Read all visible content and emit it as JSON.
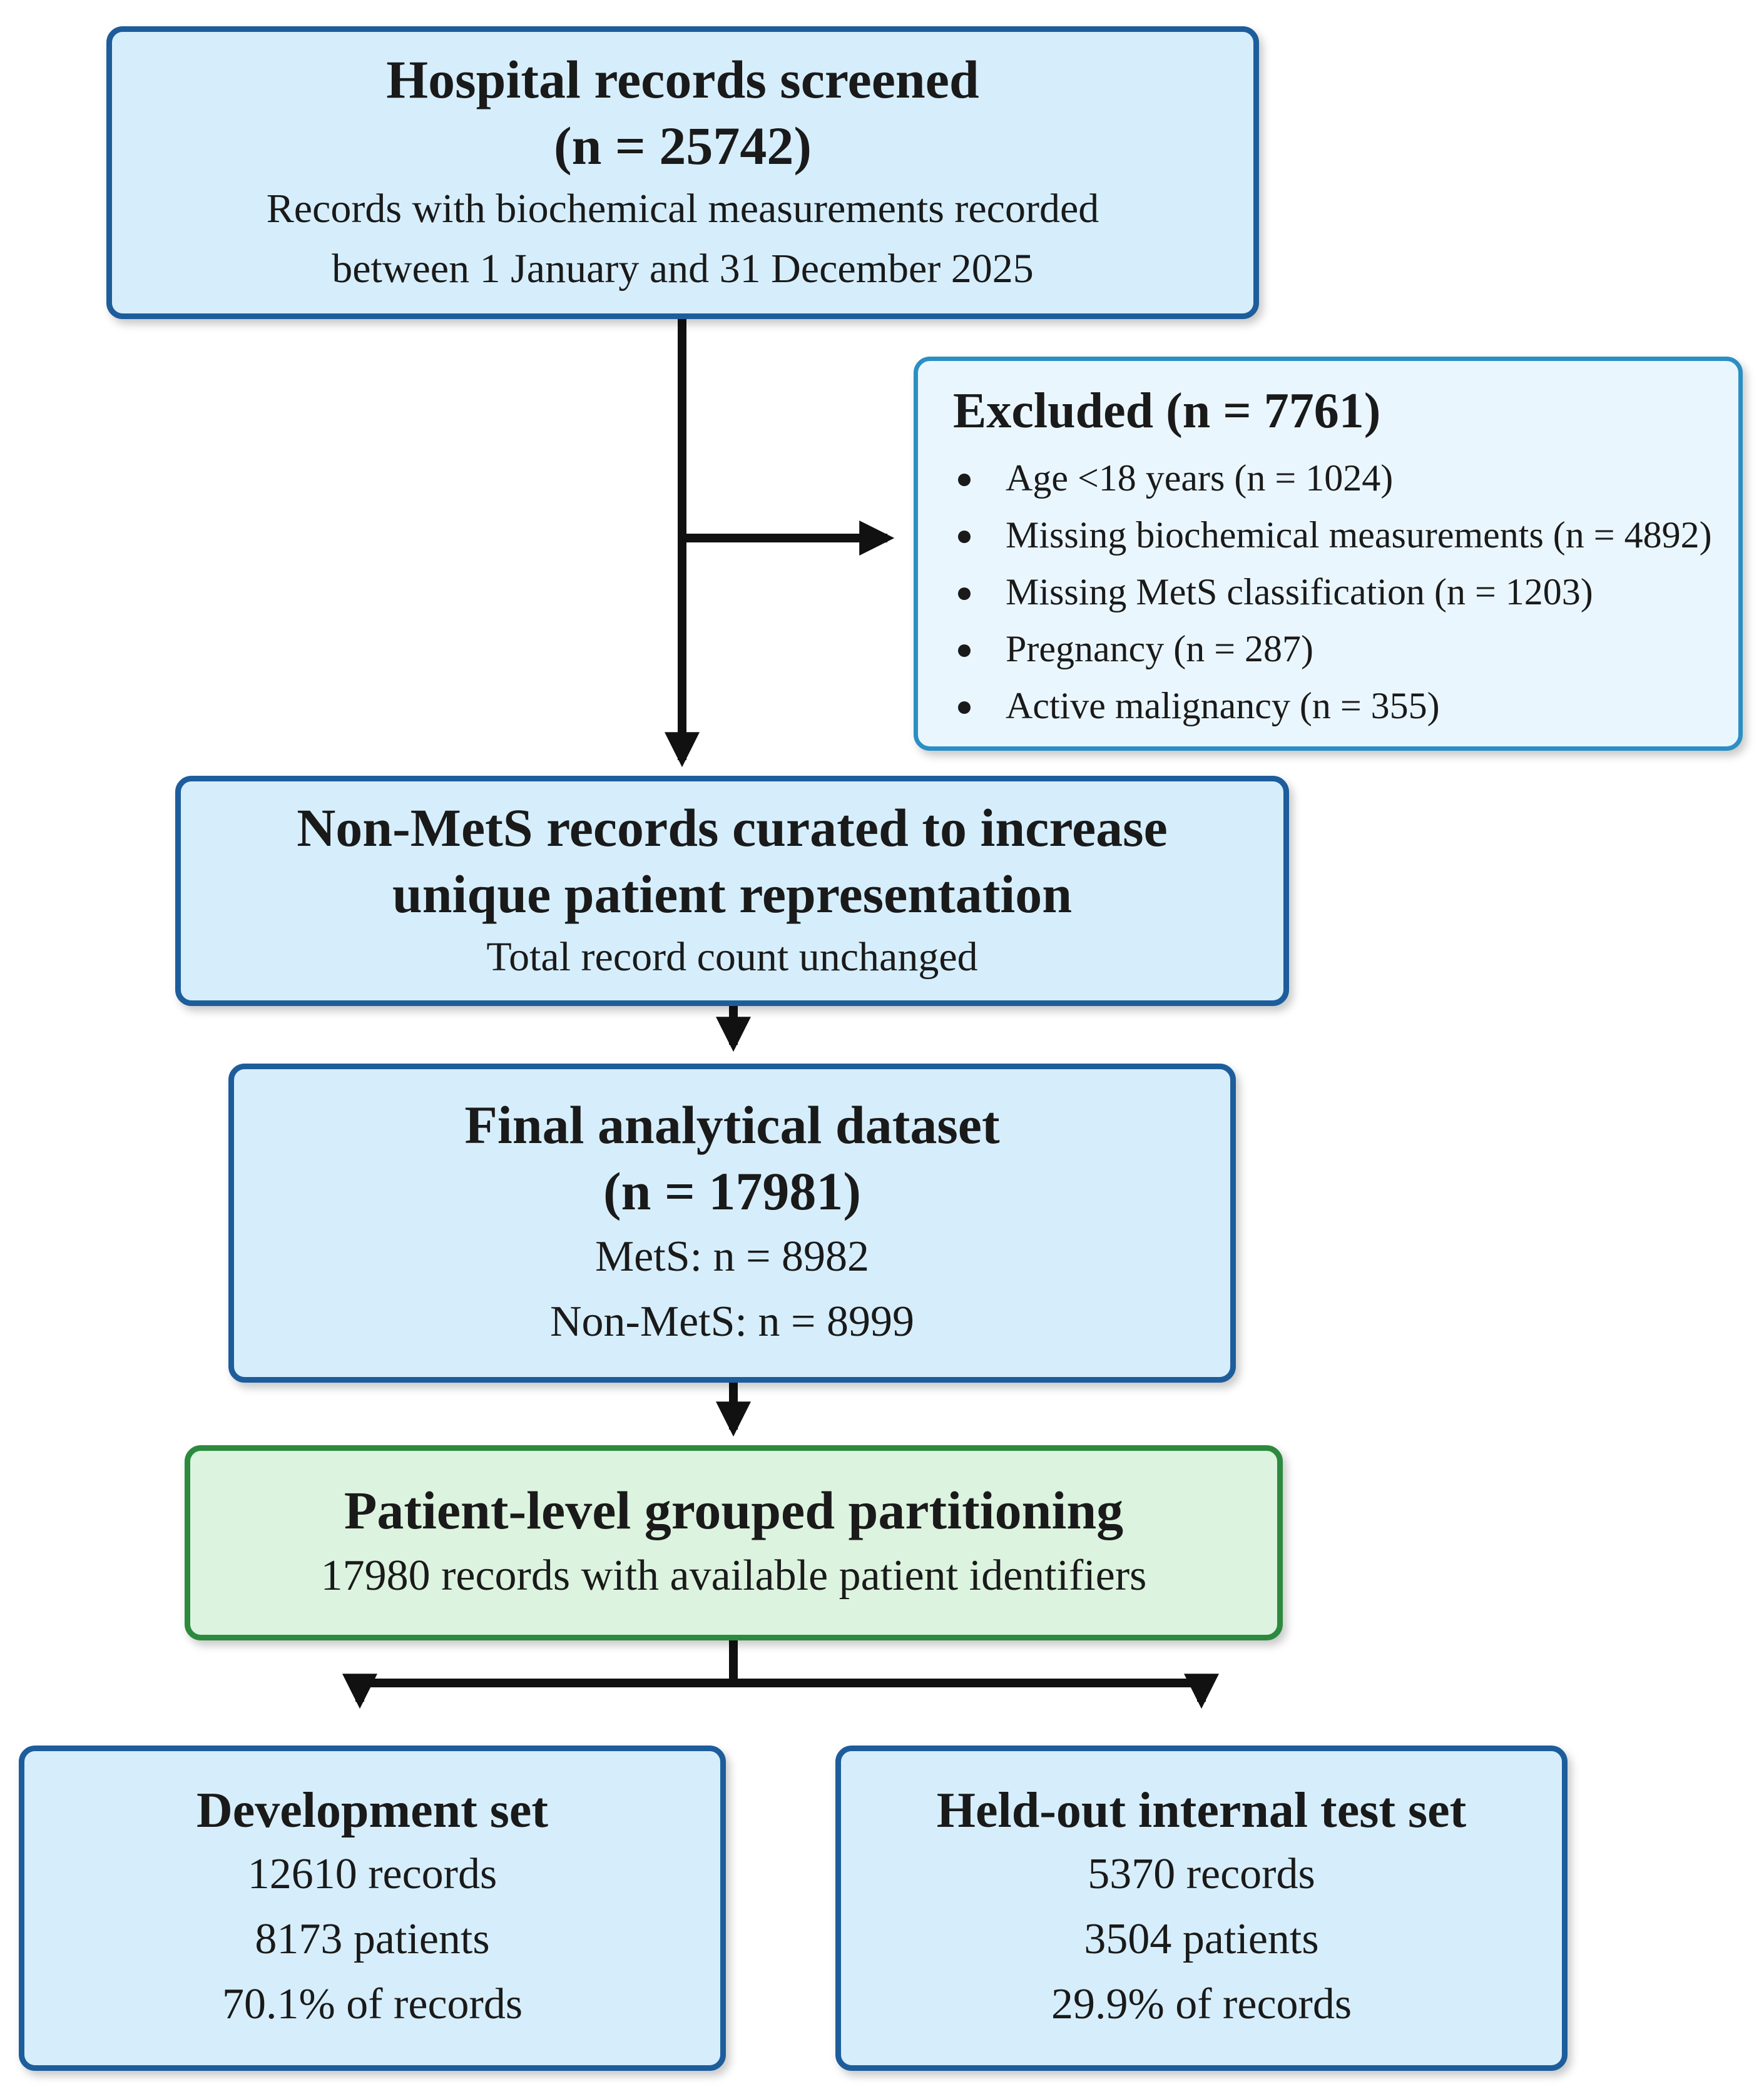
{
  "screened": {
    "title": "Hospital records screened",
    "count": "(n = 25742)",
    "desc_line1": "Records with biochemical measurements recorded",
    "desc_line2": "between 1 January and 31 December 2025"
  },
  "excluded": {
    "title": "Excluded (n = 7761)",
    "items": [
      "Age <18 years (n = 1024)",
      "Missing biochemical measurements (n = 4892)",
      "Missing MetS classification (n = 1203)",
      "Pregnancy (n = 287)",
      "Active malignancy (n = 355)"
    ]
  },
  "curated": {
    "title_line1": "Non-MetS records curated to increase",
    "title_line2": "unique patient representation",
    "desc": "Total record count unchanged"
  },
  "final": {
    "title": "Final analytical dataset",
    "count": "(n = 17981)",
    "mets": "MetS: n = 8982",
    "nonmets": "Non-MetS: n = 8999"
  },
  "partition": {
    "title": "Patient-level grouped partitioning",
    "desc": "17980 records with available patient identifiers"
  },
  "development": {
    "title": "Development set",
    "records": "12610 records",
    "patients": "8173 patients",
    "percent": "70.1% of records"
  },
  "test": {
    "title": "Held-out internal test set",
    "records": "5370 records",
    "patients": "3504 patients",
    "percent": "29.9% of records"
  },
  "colors": {
    "box_border": "#1d5d9c",
    "box_fill": "#d6eefb",
    "green_border": "#2c8a3e",
    "green_fill": "#dcf3df",
    "excluded_border": "#2a8fc4"
  }
}
